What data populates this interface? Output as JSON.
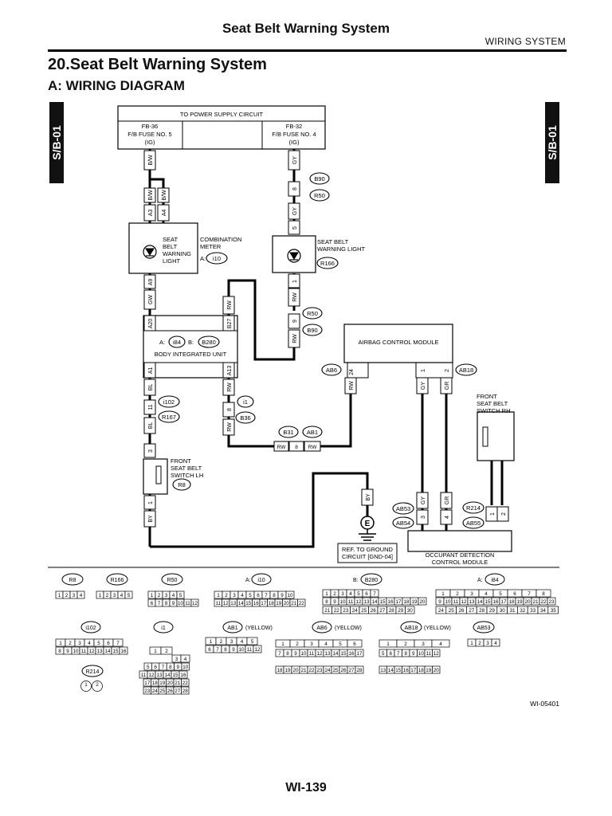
{
  "header": {
    "title": "Seat Belt Warning System",
    "section": "WIRING SYSTEM"
  },
  "section_title": "20.Seat Belt Warning System",
  "subsection_title": "A:  WIRING DIAGRAM",
  "tabs": {
    "left": "S/B-01",
    "right": "S/B-01"
  },
  "diagram": {
    "power_supply": "TO POWER SUPPLY CIRCUIT",
    "fuse_left": [
      "FB-36",
      "F/B FUSE NO. 5",
      "(IG)"
    ],
    "fuse_right": [
      "FB-32",
      "F/B FUSE NO. 4",
      "(IG)"
    ],
    "wire_bw": "B/W",
    "wire_gy": "GY",
    "wire_gw": "GW",
    "wire_rw": "RW",
    "wire_bl": "BL",
    "wire_by": "BY",
    "wire_gr": "GR",
    "pin_a3": "A3",
    "pin_a4": "A4",
    "pin_a9": "A9",
    "pin_a20": "A20",
    "pin_b27": "B27",
    "pin_a1": "A1",
    "pin_a13": "A13",
    "pin_8": "8",
    "pin_5": "5",
    "pin_1": "1",
    "pin_9": "9",
    "pin_11": "11",
    "pin_3": "3",
    "pin_24": "24",
    "pin_2": "2",
    "pin_4": "4",
    "seat_belt_warning_light_lh": [
      "SEAT",
      "BELT",
      "WARNING",
      "LIGHT"
    ],
    "combination_meter": [
      "COMBINATION",
      "METER"
    ],
    "comb_meter_ref": "A:",
    "conn_i10": "i10",
    "seat_belt_warning_light_rh": [
      "SEAT BELT",
      "WARNING LIGHT"
    ],
    "conn_r166": "R166",
    "conn_b90": "B90",
    "conn_r50": "R50",
    "body_unit_refs": [
      "A:",
      "B:"
    ],
    "conn_i84": "i84",
    "conn_b280": "B280",
    "body_integrated_unit": "BODY INTEGRATED UNIT",
    "airbag_control_module": "AIRBAG CONTROL MODULE",
    "conn_ab6": "AB6",
    "conn_ab18": "AB18",
    "conn_i102": "i102",
    "conn_r167": "R167",
    "conn_i1": "i1",
    "conn_b36": "B36",
    "conn_b31": "B31",
    "conn_ab1": "AB1",
    "front_seat_belt_switch_lh": [
      "FRONT",
      "SEAT BELT",
      "SWITCH LH"
    ],
    "conn_r8": "R8",
    "front_seat_belt_switch_rh": [
      "FRONT",
      "SEAT BELT",
      "SWITCH RH"
    ],
    "conn_r214": "R214",
    "conn_ab53": "AB53",
    "conn_ab54": "AB54",
    "conn_ab55": "AB55",
    "ground_label": "E",
    "ground_ref": [
      "REF. TO GROUND",
      "CIRCUIT [GND-04]"
    ],
    "occupant_detection": [
      "OCCUPANT DETECTION",
      "CONTROL MODULE"
    ]
  },
  "connector_views": {
    "yellow": "(YELLOW)",
    "a_prefix": "A:",
    "b_prefix": "B:",
    "r8_pins": [
      "1",
      "2",
      "3",
      "4"
    ],
    "r166_pins": [
      "1",
      "2",
      "3",
      "4",
      "5"
    ],
    "r50_row1": [
      "1",
      "2",
      "3",
      "4",
      "5"
    ],
    "r50_row2": [
      "6",
      "7",
      "8",
      "9",
      "10",
      "11",
      "12"
    ],
    "i10_row1": [
      "1",
      "2",
      "3",
      "4",
      "5",
      "6",
      "7",
      "8",
      "9",
      "10"
    ],
    "i10_row2": [
      "11",
      "12",
      "13",
      "14",
      "15",
      "16",
      "17",
      "18",
      "19",
      "20",
      "21",
      "22"
    ],
    "b280_row1": [
      "1",
      "2",
      "3",
      "4",
      "5",
      "6",
      "7"
    ],
    "b280_row2": [
      "8",
      "9",
      "10",
      "11",
      "12",
      "13",
      "14",
      "15",
      "16",
      "17",
      "18",
      "19",
      "20"
    ],
    "b280_row3": [
      "21",
      "22",
      "23",
      "24",
      "25",
      "26",
      "27",
      "28",
      "29",
      "30"
    ],
    "i84_row1": [
      "1",
      "2",
      "3",
      "4",
      "5",
      "6",
      "7",
      "8"
    ],
    "i84_row2": [
      "9",
      "10",
      "11",
      "12",
      "13",
      "14",
      "15",
      "16",
      "17",
      "18",
      "19",
      "20",
      "21",
      "22",
      "23"
    ],
    "i84_row3": [
      "24",
      "25",
      "26",
      "27",
      "28",
      "29",
      "30",
      "31",
      "32",
      "33",
      "34",
      "35"
    ],
    "i102_row1": [
      "1",
      "2",
      "3",
      "4",
      "5",
      "6",
      "7"
    ],
    "i102_row2": [
      "8",
      "9",
      "10",
      "11",
      "12",
      "13",
      "14",
      "15",
      "16"
    ],
    "i1_rows": [
      "1",
      "2",
      "3",
      "4",
      "5",
      "6",
      "7",
      "8",
      "9",
      "10",
      "11",
      "12",
      "13",
      "14",
      "15",
      "16",
      "17",
      "18",
      "19",
      "20",
      "21",
      "22",
      "23",
      "24",
      "25",
      "26",
      "27",
      "28"
    ],
    "ab1_row1": [
      "1",
      "2",
      "3",
      "4",
      "5"
    ],
    "ab1_row2": [
      "6",
      "7",
      "8",
      "9",
      "10",
      "11",
      "12"
    ],
    "ab6_row1": [
      "1",
      "2",
      "3",
      "4",
      "5",
      "6"
    ],
    "ab6_row2": [
      "7",
      "8",
      "9",
      "10",
      "11",
      "12",
      "13",
      "14",
      "15",
      "16",
      "17"
    ],
    "ab6_row3": [
      "18",
      "19",
      "20",
      "21",
      "22",
      "23",
      "24",
      "25",
      "26",
      "27",
      "28"
    ],
    "ab18_row1": [
      "1",
      "2",
      "3",
      "4"
    ],
    "ab18_row2": [
      "5",
      "6",
      "7",
      "8",
      "9",
      "10",
      "11",
      "12"
    ],
    "ab18_row3": [
      "13",
      "14",
      "15",
      "16",
      "17",
      "18",
      "19",
      "20"
    ],
    "ab53_pins": [
      "1",
      "2",
      "3",
      "4"
    ],
    "r214_pins": [
      "1",
      "2"
    ]
  },
  "figure_id": "WI-05401",
  "page_number": "WI-139"
}
